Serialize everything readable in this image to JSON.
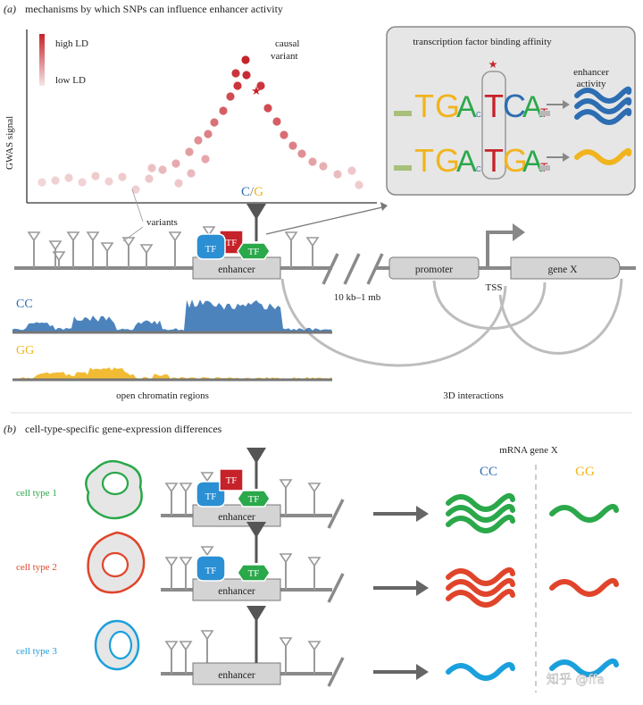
{
  "panel_a": {
    "letter": "(a)",
    "title": "mechanisms by which SNPs can influence enhancer activity",
    "y_axis_label": "GWAS signal",
    "legend_high": "high LD",
    "legend_low": "low LD",
    "causal_label_line1": "causal",
    "causal_label_line2": "variant",
    "allele_c": "C",
    "allele_sep": "/",
    "allele_g": "G",
    "variants_label": "variants",
    "tf_label": "TF",
    "enhancer_label": "enhancer",
    "distance_label": "10 kb–1 mb",
    "promoter_label": "promoter",
    "tss_label": "TSS",
    "gene_label": "gene X",
    "track_cc_label": "CC",
    "track_gg_label": "GG",
    "open_chromatin_label": "open chromatin regions",
    "interactions_label": "3D interactions",
    "inset_title": "transcription factor binding affinity",
    "enhancer_activity_line1": "enhancer",
    "enhancer_activity_line2": "activity",
    "motif_top": [
      "T",
      "G",
      "A",
      "C",
      "T",
      "C",
      "A",
      "T"
    ],
    "motif_bottom": [
      "T",
      "G",
      "A",
      "C",
      "T",
      "G",
      "A",
      "T"
    ]
  },
  "panel_b": {
    "letter": "(b)",
    "title": "cell-type-specific gene-expression differences",
    "mrna_label": "mRNA gene X",
    "col_cc": "CC",
    "col_gg": "GG",
    "tf_label": "TF",
    "enhancer_label": "enhancer",
    "cell_types": [
      {
        "label": "cell type 1",
        "color": "#2aa84a"
      },
      {
        "label": "cell type 2",
        "color": "#e0452b"
      },
      {
        "label": "cell type 3",
        "color": "#1aa0dc"
      }
    ]
  },
  "watermark": "知乎 @ffa",
  "colors": {
    "tf_blue": "#2b8fd3",
    "tf_green": "#2aa84a",
    "tf_red": "#c6222a",
    "cc_blue": "#2d6db2",
    "gg_orange": "#f1b41e",
    "gray_line": "#8a8a8a",
    "enhancer_fill": "#d4d4d4"
  }
}
